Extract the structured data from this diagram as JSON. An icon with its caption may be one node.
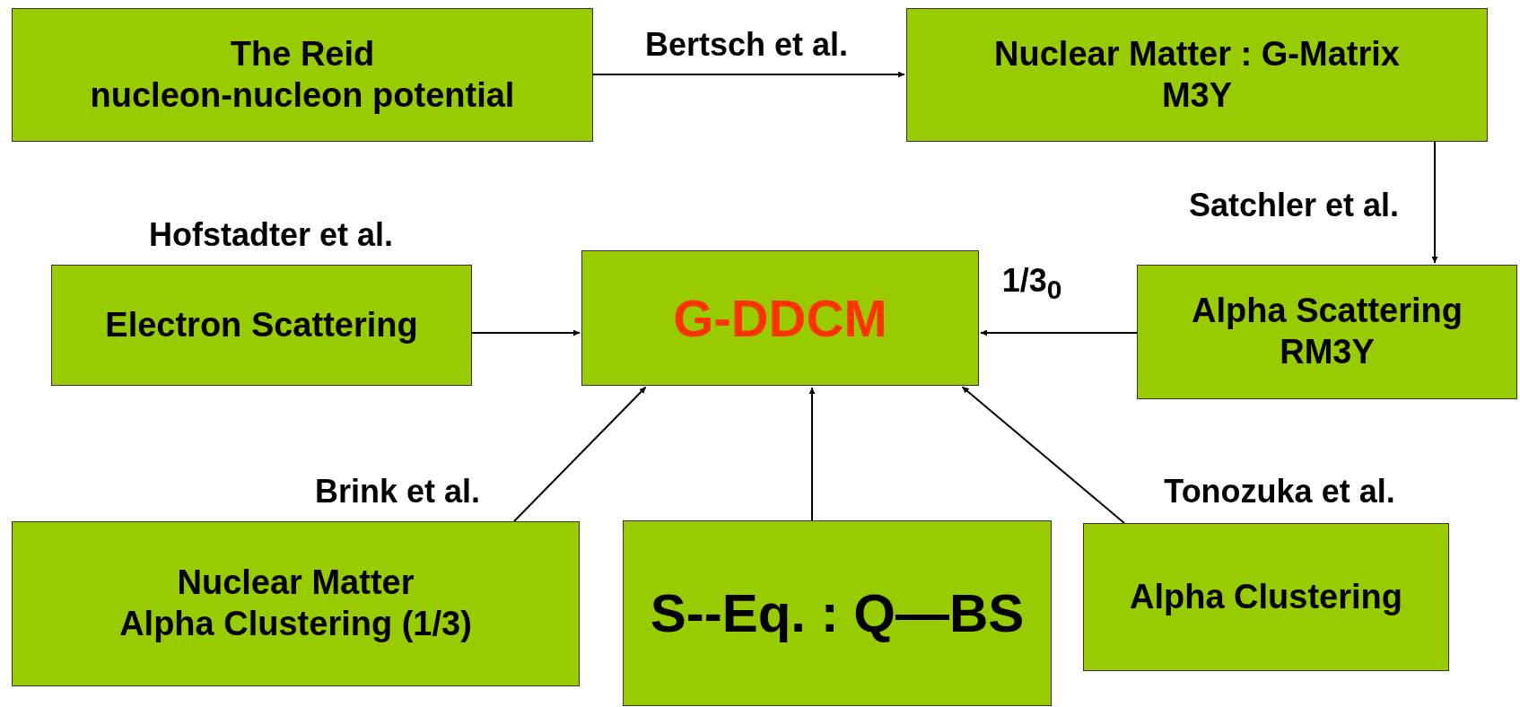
{
  "diagram": {
    "nodes": [
      {
        "text": [
          "The Reid",
          "nucleon-nucleon potential"
        ]
      },
      {
        "text": [
          "Nuclear Matter : G-Matrix",
          "M3Y"
        ]
      },
      {
        "text": [
          "Electron Scattering"
        ],
        "beside": [
          "Hofstadter et al."
        ]
      },
      {
        "text": [
          "G-DDCM"
        ]
      },
      {
        "text": [
          "Alpha Scattering",
          "RM3Y"
        ]
      },
      {
        "text": [
          "Nuclear Matter",
          "Alpha Clustering (1/3)"
        ]
      },
      {
        "text": [
          "S--Eq. : Q—BS"
        ]
      },
      {
        "text": [
          "Alpha Clustering"
        ]
      }
    ],
    "edges": [
      {
        "from": 0,
        "to": 1,
        "arrow": "to",
        "label": "Bertsch et al."
      },
      {
        "from": 1,
        "to": 4,
        "arrow": "to",
        "label": "Satchler et al."
      },
      {
        "from": 4,
        "to": 3,
        "arrow": "to",
        "label": "1/3$_{0}$"
      },
      {
        "from": 2,
        "to": 3,
        "arrow": "to"
      },
      {
        "from": 5,
        "to": 3,
        "arrow": "to",
        "label": "Brink et al."
      },
      {
        "from": 6,
        "to": 3,
        "arrow": "to"
      },
      {
        "from": 7,
        "to": 3,
        "arrow": "to",
        "label": "Tonozuka et al."
      }
    ]
  }
}
